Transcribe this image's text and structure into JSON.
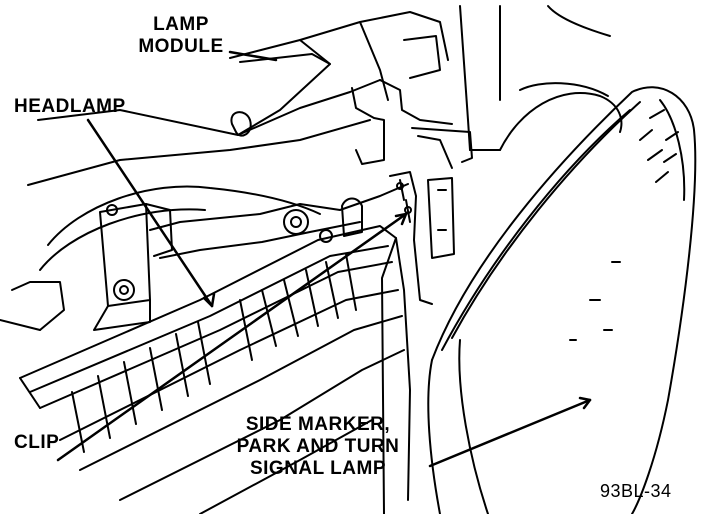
{
  "labels": {
    "lamp_module": [
      "LAMP",
      "MODULE"
    ],
    "headlamp": "HEADLAMP",
    "clip": "CLIP",
    "side_marker": [
      "SIDE MARKER,",
      "PARK AND TURN",
      "SIGNAL LAMP"
    ],
    "figure_id": "93BL-34"
  },
  "colors": {
    "ink": "#000000",
    "paper": "#ffffff"
  }
}
